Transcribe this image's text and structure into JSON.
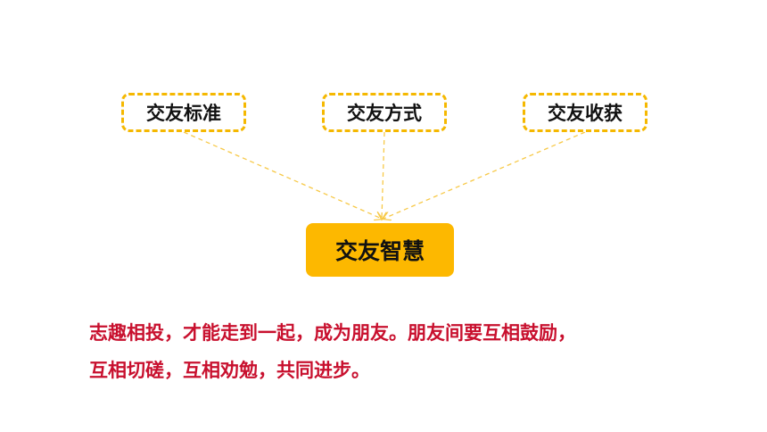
{
  "diagram": {
    "top_nodes": [
      "交友标准",
      "交友方式",
      "交友收获"
    ],
    "center_node": "交友智慧",
    "colors": {
      "box_border": "#f5b800",
      "center_fill": "#fdb800",
      "connector": "#f7c948",
      "summary_text": "#c8102e"
    }
  },
  "summary": {
    "line1": "志趣相投，才能走到一起，成为朋友。朋友间要互相鼓励，",
    "line2": "互相切磋，互相劝勉，共同进步。"
  }
}
